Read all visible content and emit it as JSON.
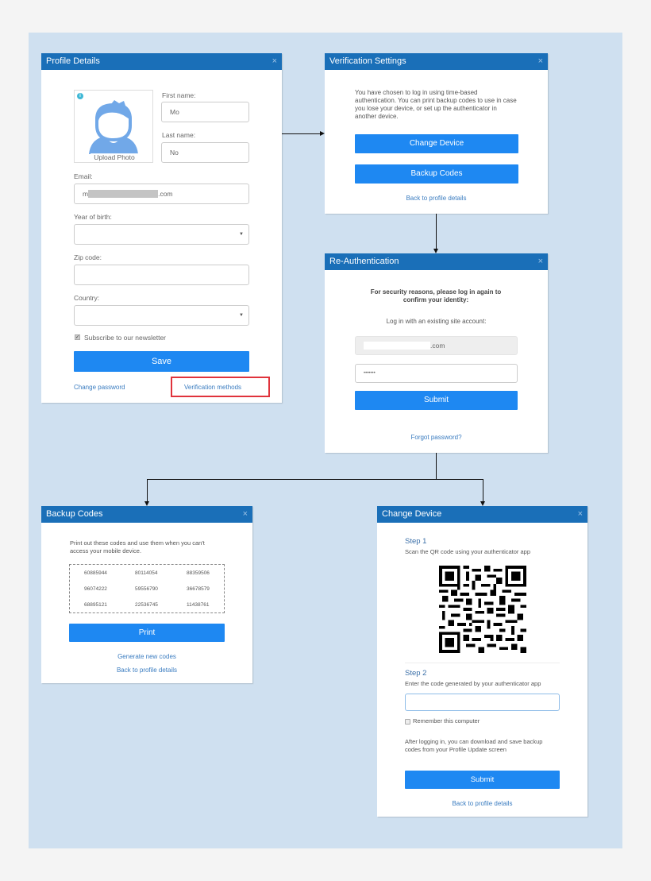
{
  "colors": {
    "header_blue": "#1a6fb8",
    "button_blue": "#1e88f2",
    "link_blue": "#3a7cc0",
    "panel_bg": "#cfe0f0",
    "highlight_red": "#e0333c"
  },
  "profile": {
    "title": "Profile Details",
    "close": "×",
    "upload_photo": "Upload Photo",
    "info_icon": "i",
    "first_name_label": "First name:",
    "first_name_value": "Mo",
    "last_name_label": "Last name:",
    "last_name_value": "No",
    "email_label": "Email:",
    "email_prefix": "m",
    "email_suffix": ".com",
    "year_label": "Year of birth:",
    "zip_label": "Zip code:",
    "country_label": "Country:",
    "select_arrow": "▼",
    "newsletter_label": "Subscribe to our newsletter",
    "save_label": "Save",
    "change_password": "Change password",
    "verification_methods": "Verification methods"
  },
  "verification": {
    "title": "Verification Settings",
    "close": "×",
    "description": "You have chosen to log in using time-based authentication. You can print backup codes to use in case you lose your device, or set up the authenticator in another device.",
    "change_device": "Change Device",
    "backup_codes": "Backup Codes",
    "back_link": "Back to profile details"
  },
  "reauth": {
    "title": "Re-Authentication",
    "close": "×",
    "security_message": "For security reasons, please log in again to confirm your identity:",
    "login_prompt": "Log in with an existing site account:",
    "email_suffix": ".com",
    "password_value": "•••••••",
    "submit": "Submit",
    "forgot": "Forgot password?"
  },
  "backup": {
    "title": "Backup Codes",
    "close": "×",
    "description": "Print out these codes and use them when you can't access your mobile device.",
    "codes": [
      [
        "60885944",
        "80114054",
        "88359506"
      ],
      [
        "96074222",
        "59556790",
        "36678579"
      ],
      [
        "68895121",
        "22536745",
        "11438761"
      ]
    ],
    "print": "Print",
    "generate": "Generate new codes",
    "back_link": "Back to profile details"
  },
  "change_device": {
    "title": "Change Device",
    "close": "×",
    "step1_title": "Step 1",
    "step1_text": "Scan the QR code using your authenticator app",
    "step2_title": "Step 2",
    "step2_text": "Enter the code generated by your authenticator app",
    "code_value": "",
    "remember_label": "Remember this computer",
    "after_text": "After logging in, you can download and save backup codes from your Profile Update screen",
    "submit": "Submit",
    "back_link": "Back to profile details"
  }
}
